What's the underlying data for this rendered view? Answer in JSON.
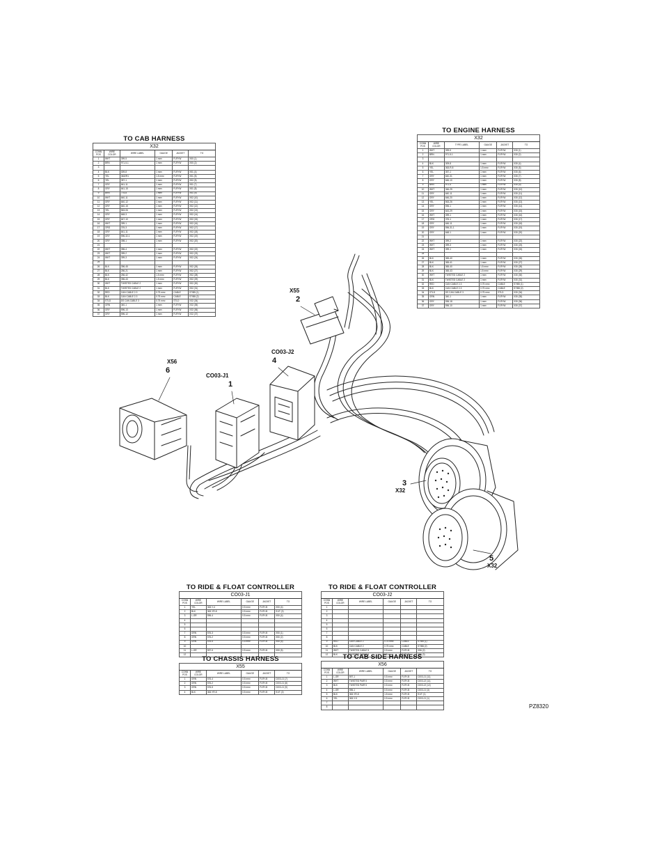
{
  "tables": {
    "cab": {
      "title": "TO CAB HARNESS",
      "connector": "X32",
      "headers": [
        "CONN POS",
        "WIRE COLOR",
        "WIRE LABEL",
        "GAUGE",
        "JACKET",
        "TO"
      ],
      "rows": [
        [
          "1",
          "WHT",
          "399-5",
          "1 mm²",
          "FLRYW",
          "X50 (1)"
        ],
        [
          "2",
          "BRN",
          "971-5-1",
          "1 mm²",
          "FLRYW",
          "X50 (2)"
        ],
        [
          "3",
          "",
          "",
          "",
          "",
          ""
        ],
        [
          "4",
          "BLK",
          "309-8",
          "1 mm²",
          "FLRYW",
          "X51 (4)"
        ],
        [
          "5",
          "YEL",
          "3632R1",
          "1.5 mm²",
          "FLRYW",
          "X51 (5)"
        ],
        [
          "6",
          "YEL",
          "357-1",
          "1 mm²",
          "FLRYW",
          "X52 (5)"
        ],
        [
          "7",
          "GRY",
          "641-11",
          "1 mm²",
          "FLRYW",
          "X51 (7)"
        ],
        [
          "8",
          "GRY",
          "641-15",
          "1 mm²",
          "FLRYW",
          "X51 (8)"
        ],
        [
          "9",
          "BRN",
          "775-8",
          "1 mm²",
          "FLRYW",
          "X51 (9)"
        ],
        [
          "10",
          "WHT",
          "640-11",
          "1 mm²",
          "FLRYW",
          "X52 (10)"
        ],
        [
          "11",
          "GRY",
          "640-12",
          "1 mm²",
          "FLRYW",
          "X52 (11)"
        ],
        [
          "12",
          "GRY",
          "640-15",
          "1 mm²",
          "FLRYW",
          "X52 (12)"
        ],
        [
          "13",
          "YEL",
          "563-06",
          "1 mm²",
          "FLRYW",
          "X52 (13)"
        ],
        [
          "14",
          "GRY",
          "648-3",
          "1 mm²",
          "FLRYW",
          "X52 (14)"
        ],
        [
          "15",
          "GRY",
          "647-10",
          "1 mm²",
          "FLRYW",
          "X52 (15)"
        ],
        [
          "16",
          "WHT",
          "399-1",
          "1 mm²",
          "FLRYW",
          "X52 (16)"
        ],
        [
          "17",
          "ORG",
          "376-3",
          "1 mm²",
          "FLRYW",
          "X52 (17)"
        ],
        [
          "18",
          "GRY",
          "641-11",
          "1 mm²",
          "FLRYW",
          "X52 (18)"
        ],
        [
          "19",
          "GRY",
          "596-32-1",
          "1 mm²",
          "FLRYW",
          "X52 (19)"
        ],
        [
          "20",
          "GRY",
          "398-1",
          "1 mm²",
          "FLRYW",
          "X52 (20)"
        ],
        [
          "21",
          "",
          "",
          "",
          "",
          ""
        ],
        [
          "22",
          "WHT",
          "396-4",
          "1 mm²",
          "FLRYW",
          "X52 (22)"
        ],
        [
          "23",
          "WHT",
          "399-2",
          "1 mm²",
          "FLRYW",
          "X52 (23)"
        ],
        [
          "24",
          "WHT",
          "399-3",
          "1 mm²",
          "FLRYW",
          "X52 (24)"
        ],
        [
          "25",
          "",
          "",
          "",
          "",
          ""
        ],
        [
          "26",
          "BLK",
          "396-45",
          "1 mm²",
          "FLRYW",
          "X52 (26)"
        ],
        [
          "27",
          "BLK",
          "256-21",
          "1 mm²",
          "FLRYW",
          "X52 (27)"
        ],
        [
          "28",
          "BLK",
          "256-42",
          "1.5 mm²",
          "FLRYW",
          "X52 (28)"
        ],
        [
          "29",
          "BLK",
          "396-43",
          "1.5 mm²",
          "FLRYW",
          "X52 (29)"
        ],
        [
          "30",
          "WHT",
          "TWISTED CABLE 2",
          "1 mm²",
          "FLRYW",
          "X52 (30)"
        ],
        [
          "31",
          "BLK",
          "TWISTED CABLE 2",
          "1 mm²",
          "FLRYW",
          "X52 (31)"
        ],
        [
          "32",
          "RED",
          "CAN CABLE 2-3",
          "0.75 mm²",
          "CABLE",
          "S7/B5 (1)"
        ],
        [
          "33",
          "BLK",
          "CAN CABLE 2-3",
          "0.75 mm²",
          "CABLE",
          "S7/B8 (2)"
        ],
        [
          "34",
          "STLD",
          "DS CAN CABLE 3",
          "0.75 mm²",
          "STLD",
          "X32 (34)"
        ],
        [
          "35",
          "GRN",
          "340-1",
          "1 mm²",
          "FLRYW",
          "X32 (35)"
        ],
        [
          "36",
          "GRY",
          "596-13",
          "1 mm²",
          "FLRYW",
          "X32 (36)"
        ],
        [
          "37",
          "GRY",
          "596-12",
          "1 mm²",
          "FLRYW",
          "X32 (37)"
        ]
      ]
    },
    "engine": {
      "title": "TO ENGINE HARNESS",
      "connector": "X32",
      "headers": [
        "CONN POS",
        "WIRE COLOR",
        "TYPE LABEL",
        "GAUGE",
        "JACKET",
        "TO"
      ],
      "rows": [
        [
          "1",
          "WHT",
          "399-5",
          "1 mm²",
          "FLRYW",
          "X30 (1)"
        ],
        [
          "2",
          "BRN",
          "971-5-1",
          "1 mm²",
          "FLRYW",
          "X30 (2)"
        ],
        [
          "3",
          "",
          "",
          "",
          "",
          ""
        ],
        [
          "4",
          "BLK",
          "309-8",
          "1 mm²",
          "FLRYW",
          "X30 (4)"
        ],
        [
          "5",
          "YEL",
          "363-R-8",
          "1.5 mm²",
          "FLRYW",
          "X30 (5)"
        ],
        [
          "6",
          "YEL",
          "357-1",
          "1 mm²",
          "FLRYW",
          "X30 (6)"
        ],
        [
          "7",
          "GRY",
          "640-31",
          "1 mm²",
          "FLRYW",
          "X30 (7)"
        ],
        [
          "8",
          "GRY",
          "646-10",
          "1 mm²",
          "FLRYW",
          "X30 (8)"
        ],
        [
          "9",
          "BRN",
          "971-4",
          "1 mm²",
          "FLRYW",
          "X30 (9)"
        ],
        [
          "10",
          "WHT",
          "346-25",
          "1 mm²",
          "FLRYW",
          "X30 (10)"
        ],
        [
          "11",
          "GRY",
          "640-11",
          "1 mm²",
          "FLRYW",
          "X30 (11)"
        ],
        [
          "12",
          "GRY",
          "646-20",
          "1 mm²",
          "FLRYW",
          "X30 (12)"
        ],
        [
          "13",
          "YEL",
          "563-26",
          "1 mm²",
          "FLRYW",
          "X30 (13)"
        ],
        [
          "14",
          "GRY",
          "596-1",
          "1 mm²",
          "FLRYW",
          "X30 (14)"
        ],
        [
          "15",
          "GRY",
          "643-29",
          "1 mm²",
          "FLRYW",
          "X30 (15)"
        ],
        [
          "16",
          "WHT",
          "399-1",
          "1 mm²",
          "FLRYW",
          "X30 (16)"
        ],
        [
          "17",
          "ORG",
          "376-1",
          "1 mm²",
          "FLRYW",
          "X30 (17)"
        ],
        [
          "18",
          "GRY",
          "646-11",
          "1 mm²",
          "FLRYW",
          "X30 (18)"
        ],
        [
          "19",
          "GRY",
          "596-31-1",
          "1 mm²",
          "FLRYW",
          "X30 (19)"
        ],
        [
          "20",
          "GRY",
          "648-1",
          "1 mm²",
          "FLRYW",
          "X30 (20)"
        ],
        [
          "21",
          "",
          "",
          "",
          "",
          ""
        ],
        [
          "22",
          "WHT",
          "399-2",
          "1 mm²",
          "FLRYW",
          "X30 (22)"
        ],
        [
          "23",
          "WHT",
          "399-3",
          "1 mm²",
          "FLRYW",
          "X30 (23)"
        ],
        [
          "24",
          "WHT",
          "399-1",
          "1 mm²",
          "FLRYW",
          "X30 (24)"
        ],
        [
          "25",
          "",
          "",
          "",
          "",
          ""
        ],
        [
          "26",
          "BLK",
          "365-40",
          "1 mm²",
          "FLRYW",
          "X30 (26)"
        ],
        [
          "27",
          "BLK",
          "365-41",
          "1 mm²",
          "FLRYW",
          "X30 (27)"
        ],
        [
          "28",
          "BLK",
          "365-40",
          "1.5 mm²",
          "FLRYW",
          "X30 (28)"
        ],
        [
          "29",
          "BLK",
          "365-43",
          "1.5 mm²",
          "FLRYW",
          "X30 (29)"
        ],
        [
          "30",
          "WHT",
          "TWISTED CABLE 2",
          "1 mm²",
          "FLRYW",
          "X30 (30)"
        ],
        [
          "31",
          "BLK",
          "TWISTED CABLE 2",
          "1 mm²",
          "FLRYW",
          "X30 (31)"
        ],
        [
          "32",
          "RED",
          "CAN CABLE 2-3",
          "0.75 mm²",
          "CABLE",
          "S7/B5 (1)"
        ],
        [
          "33",
          "BLK",
          "CAN CABLE 2-3",
          "0.75 mm²",
          "CABLE",
          "S7/B8 (2)"
        ],
        [
          "34",
          "STLD",
          "DS CAN CABLE 3",
          "0.75 mm²",
          "STLD",
          "X30 (34)"
        ],
        [
          "35",
          "GRN",
          "340-1",
          "1 mm²",
          "FLRYW",
          "X30 (35)"
        ],
        [
          "36",
          "GRY",
          "596-18",
          "1 mm²",
          "FLRYW",
          "X30 (36)"
        ],
        [
          "37",
          "GRY",
          "596-10",
          "1 mm²",
          "FLRYW",
          "X30 (37)"
        ]
      ]
    },
    "ride1": {
      "title": "TO RIDE & FLOAT CONTROLLER",
      "connector": "CO03-J1",
      "headers": [
        "CONN POS",
        "WIRE COLOR",
        "WIRE LABEL",
        "GAUGE",
        "JACKET",
        "TO"
      ],
      "rows": [
        [
          "1",
          "YEL",
          "363-Y-4",
          "0.5 mm²",
          "FLRY-B",
          "X50 (4)"
        ],
        [
          "2",
          "BLK",
          "363-YR-8",
          "0.5 mm²",
          "FLRY-B",
          "S1/T (2)"
        ],
        [
          "3",
          "L-GR",
          "596-4",
          "0.5 mm²",
          "FLRY-B",
          "X50 (4)"
        ],
        [
          "4",
          "",
          "",
          "",
          "",
          ""
        ],
        [
          "5",
          "",
          "",
          "",
          "",
          ""
        ],
        [
          "6",
          "",
          "",
          "",
          "",
          ""
        ],
        [
          "7",
          "GRN",
          "576-3",
          "0.5 mm²",
          "FLRY-B",
          "X50 (1)"
        ],
        [
          "8",
          "GRN",
          "576-2",
          "0.5 mm²",
          "FLRY-B",
          "X50 (2)"
        ],
        [
          "9",
          "GRN",
          "576-5",
          "0.5 mm²",
          "FLRY-B",
          "X50 (5)"
        ],
        [
          "10",
          "",
          "",
          "",
          "",
          ""
        ],
        [
          "11",
          "L-GR",
          "597-5",
          "0.5 mm²",
          "FLRY-B",
          "X50 (5)"
        ],
        [
          "12",
          "",
          "",
          "",
          "",
          ""
        ]
      ]
    },
    "ride2": {
      "title": "TO RIDE & FLOAT CONTROLLER",
      "connector": "CO03-J2",
      "headers": [
        "CONN POS",
        "WIRE COLOR",
        "WIRE LABEL",
        "GAUGE",
        "JACKET",
        "TO"
      ],
      "rows": [
        [
          "1",
          "",
          "",
          "",
          "",
          ""
        ],
        [
          "2",
          "",
          "",
          "",
          "",
          ""
        ],
        [
          "3",
          "",
          "",
          "",
          "",
          ""
        ],
        [
          "4",
          "",
          "",
          "",
          "",
          ""
        ],
        [
          "5",
          "",
          "",
          "",
          "",
          ""
        ],
        [
          "6",
          "",
          "",
          "",
          "",
          ""
        ],
        [
          "7",
          "",
          "",
          "",
          "",
          ""
        ],
        [
          "8",
          "",
          "",
          "",
          "",
          ""
        ],
        [
          "9",
          "RED",
          "CAN CABLE 2",
          "0.75 mm²",
          "CABLE",
          "S7/B5 (1)"
        ],
        [
          "10",
          "BLK",
          "CAN CABLE 2",
          "0.75 mm²",
          "CABLE",
          "S7/B8 (2)"
        ],
        [
          "11",
          "WHT",
          "TWISTED CABLE 5",
          "0.5 mm²",
          "FLRY-B",
          "X56 (2)"
        ],
        [
          "12",
          "BLK",
          "TWISTED CABLE 5",
          "0.5 mm²",
          "FLRY-B",
          "X56 (3)"
        ]
      ]
    },
    "chassis": {
      "title": "TO CHASSIS HARNESS",
      "connector": "X55",
      "headers": [
        "CONN POS",
        "WIRE COLOR",
        "WIRE LABEL",
        "GAUGE",
        "JACKET",
        "TO"
      ],
      "rows": [
        [
          "1",
          "GRN",
          "576-4",
          "0.5 mm²",
          "FLRY-B",
          "C003-J1 (7)"
        ],
        [
          "2",
          "GRN",
          "576-2",
          "0.5 mm²",
          "FLRY-B",
          "C003-J1 (8)"
        ],
        [
          "3",
          "GRN",
          "576-5",
          "0.5 mm²",
          "FLRY-B",
          "C003-J1 (9)"
        ],
        [
          "4",
          "BLK",
          "363-YR-8",
          "0.5 mm²",
          "FLRY-B",
          "S1/T (2)"
        ]
      ]
    },
    "cabside": {
      "title": "TO CAB SIDE HARNESS",
      "connector": "X56",
      "headers": [
        "CONN POS",
        "WIRE COLOR",
        "WIRE LABEL",
        "GAUGE",
        "JACKET",
        "TO"
      ],
      "rows": [
        [
          "1",
          "L-GR",
          "597-1",
          "0.5 mm²",
          "FLRY-B",
          "C003-J1 (11)"
        ],
        [
          "2",
          "WHT",
          "TWISTED PAIR 5",
          "0.5 mm²",
          "FLRY-B",
          "C003-J2 (11)"
        ],
        [
          "3",
          "BLK",
          "TWISTED PAIR 5",
          "0.5 mm²",
          "FLRY-B",
          "C003-J2 (12)"
        ],
        [
          "4",
          "L-GR",
          "596-1",
          "0.5 mm²",
          "FLRY-B",
          "C003-J1 (3)"
        ],
        [
          "5",
          "BLK",
          "363-YR-8",
          "1.5 mm²",
          "FLRY-B",
          "S1/T (1)"
        ],
        [
          "6",
          "YEL",
          "363-Y-5",
          "0.5 mm²",
          "FLRY-B",
          "C003-J1 (1)"
        ],
        [
          "7",
          "",
          "",
          "",
          "",
          ""
        ],
        [
          "8",
          "",
          "",
          "",
          "",
          ""
        ]
      ]
    }
  },
  "callouts": {
    "x55": {
      "label": "X55",
      "num": "2"
    },
    "j2": {
      "label": "CO03-J2",
      "num": "4"
    },
    "x56": {
      "label": "X56",
      "num": "6"
    },
    "j1": {
      "label": "CO03-J1",
      "num": "1"
    },
    "x32a": {
      "num": "3",
      "label": "X32"
    },
    "x32b": {
      "num": "5",
      "label": "X32"
    }
  },
  "reference": "PZ8320"
}
